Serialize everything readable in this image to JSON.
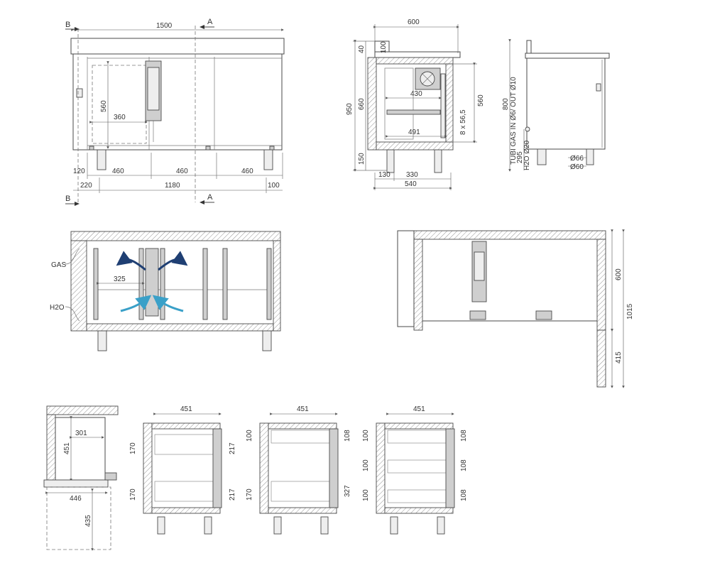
{
  "front_view": {
    "section_b": "B",
    "section_a": "A",
    "overall_width": "1500",
    "inner_height": "560",
    "inner_width": "360",
    "left_offset": "120",
    "bay_1": "460",
    "bay_2": "460",
    "bay_3": "460",
    "left_margin": "220",
    "center_span": "1180",
    "right_margin": "100"
  },
  "side_section": {
    "depth": "600",
    "top_gap": "40",
    "top_ledge": "100",
    "height": "950",
    "inner_height": "660",
    "leg_height": "150",
    "shelf_depth": "430",
    "grid_label": "8 x 56,5",
    "inner_depth": "491",
    "right_height": "560",
    "leg_offset": "130",
    "leg_span": "330",
    "base_depth": "540"
  },
  "side_elevation": {
    "height": "800",
    "tube_label": "TUBI GAS IN Ø6/ OUT Ø10",
    "h2o_height": "295",
    "h2o_label": "H2O Ø20",
    "dia_66": "Ø66",
    "dia_60": "Ø60"
  },
  "plan_view": {
    "gas_label": "GAS",
    "h2o_label": "H2O",
    "spacing": "325"
  },
  "side_plan": {
    "depth": "600",
    "total": "1015",
    "door": "415"
  },
  "drawer_detail": {
    "inner_width": "301",
    "inner_height": "451",
    "width": "446",
    "travel": "435"
  },
  "drawer_2": {
    "width": "451",
    "d_upper": "170",
    "d_lower": "170",
    "face_upper": "217",
    "face_lower": "217"
  },
  "drawer_3": {
    "width": "451",
    "d_upper": "100",
    "d_lower": "170",
    "face_upper": "108",
    "face_lower": "327"
  },
  "drawer_4": {
    "width": "451",
    "d_1": "100",
    "d_2": "100",
    "d_3": "100",
    "face_1": "108",
    "face_2": "108",
    "face_3": "108"
  },
  "colors": {
    "line": "#4a4a4a",
    "airflow_dark": "#1f3f73",
    "airflow_light": "#3aa0c8"
  }
}
